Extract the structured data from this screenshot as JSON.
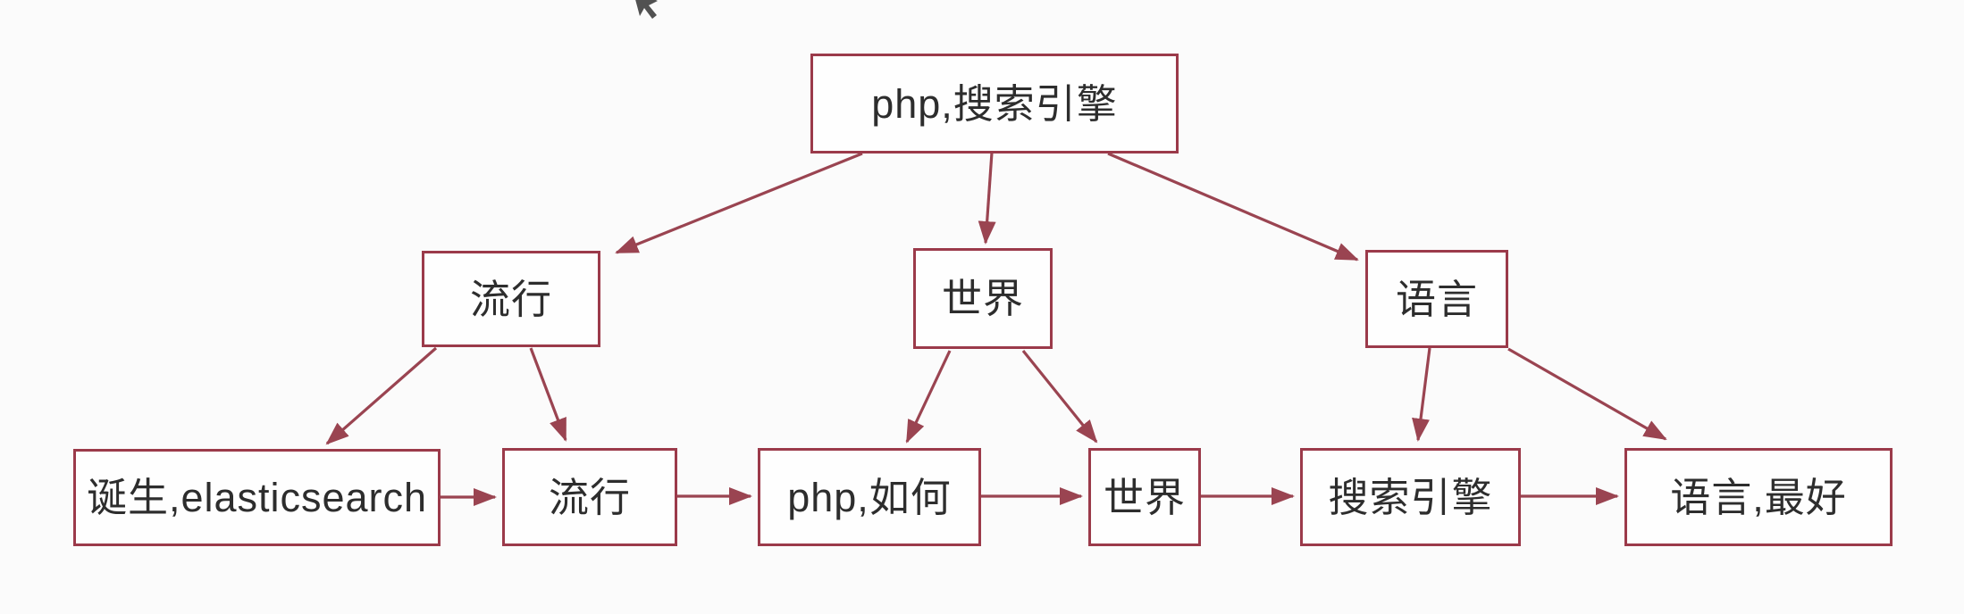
{
  "diagram": {
    "title": "php search-engine word relation tree",
    "colors": {
      "background": "#fbfbfb",
      "node_fill": "#fefefe",
      "node_border": "#9b3a4a",
      "arrow": "#9a4451",
      "text": "#2d2d2d",
      "cursor": "#2b2b2b"
    },
    "nodes": {
      "root": {
        "label": "php,搜索引擎"
      },
      "l2_popular": {
        "label": "流行"
      },
      "l2_world": {
        "label": "世界"
      },
      "l2_language": {
        "label": "语言"
      },
      "l3_birth": {
        "label": "诞生,elasticsearch"
      },
      "l3_popular": {
        "label": "流行"
      },
      "l3_php_how": {
        "label": "php,如何"
      },
      "l3_world": {
        "label": "世界"
      },
      "l3_search": {
        "label": "搜索引擎"
      },
      "l3_lang_best": {
        "label": "语言,最好"
      }
    },
    "edges": [
      {
        "from": "root",
        "to": "l2_popular"
      },
      {
        "from": "root",
        "to": "l2_world"
      },
      {
        "from": "root",
        "to": "l2_language"
      },
      {
        "from": "l2_popular",
        "to": "l3_birth"
      },
      {
        "from": "l2_popular",
        "to": "l3_popular"
      },
      {
        "from": "l2_world",
        "to": "l3_php_how"
      },
      {
        "from": "l2_world",
        "to": "l3_world"
      },
      {
        "from": "l2_language",
        "to": "l3_search"
      },
      {
        "from": "l2_language",
        "to": "l3_lang_best"
      },
      {
        "from": "l3_birth",
        "to": "l3_popular"
      },
      {
        "from": "l3_popular",
        "to": "l3_php_how"
      },
      {
        "from": "l3_php_how",
        "to": "l3_world"
      },
      {
        "from": "l3_world",
        "to": "l3_search"
      },
      {
        "from": "l3_search",
        "to": "l3_lang_best"
      }
    ]
  }
}
